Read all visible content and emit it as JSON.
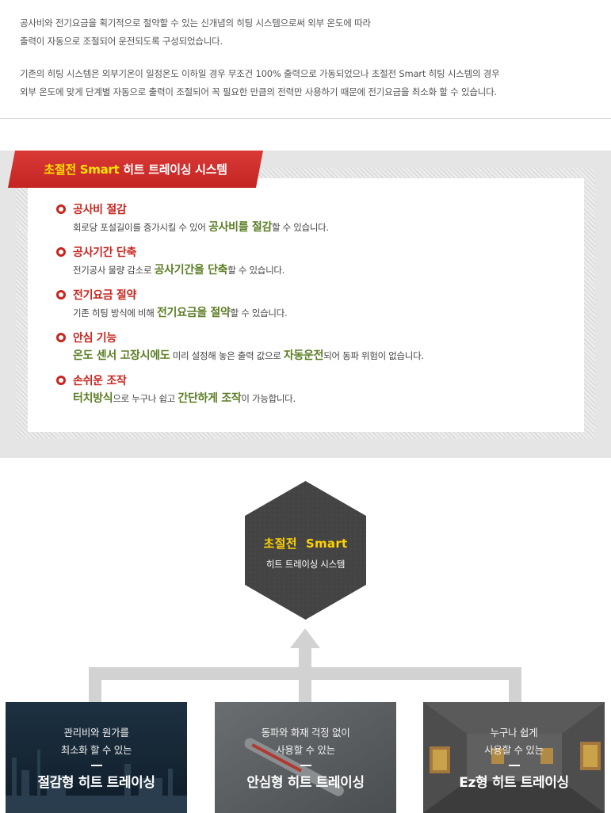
{
  "intro": {
    "p1_line1": "공사비와 전기요금을 획기적으로 절약할 수 있는 신개념의 히팅 시스템으로써 외부 온도에 따라",
    "p1_line2": "출력이 자동으로 조절되어 운전되도록 구성되었습니다.",
    "p2_line1": "기존의 히팅 시스템은 외부기온이 일정온도 이하일 경우 무조건 100% 출력으로 가동되었으나 초절전 Smart 히팅 시스템의 경우",
    "p2_line2": "외부 온도에 맞게 단계별 자동으로 출력이 조절되어 꼭 필요한 만큼의 전력만 사용하기 때문에 전기요금을 최소화 할 수 있습니다."
  },
  "ribbon": {
    "part1": "초절전 Smart",
    "part2": " 히트 트레이싱 시스템"
  },
  "features": [
    {
      "title": "공사비 절감",
      "d1": "회로당 포설길이를 증가시킬 수 있어 ",
      "d2": "공사비를 절감",
      "d3": "할 수 있습니다."
    },
    {
      "title": "공사기간 단축",
      "d1": "전기공사 물량 감소로 ",
      "d2": "공사기간을 단축",
      "d3": "할 수 있습니다."
    },
    {
      "title": "전기요금 절약",
      "d1": "기존 히팅 방식에 비해  ",
      "d2": "전기요금을 절약",
      "d3": "할 수 있습니다."
    },
    {
      "title": "안심 기능",
      "d1": "",
      "d2": "온도 센서 고장시에도",
      "d3": " 미리 설정해 놓은 출력 값으로 ",
      "d4": "자동운전",
      "d5": "되어 동파 위험이 없습니다."
    },
    {
      "title": "손쉬운 조작",
      "d1": "",
      "d2": "터치방식",
      "d3": "으로 누구나 쉽고 ",
      "d4": "간단하게 조작",
      "d5": "이 가능합니다."
    }
  ],
  "hexagon": {
    "title": "초절전  Smart",
    "subtitle": "히트 트레이싱 시스템"
  },
  "types": [
    {
      "line1": "관리비와 원가를",
      "line2": "최소화 할 수 있는",
      "name": "절감형 히트 트레이싱"
    },
    {
      "line1": "동파와 화재 걱정 없이",
      "line2": "사용할 수 있는",
      "name": "안심형 히트 트레이싱"
    },
    {
      "line1": "누구나 쉽게",
      "line2": "사용할 수 있는",
      "name": "Ez형 히트 트레이싱"
    }
  ],
  "colors": {
    "accent_red": "#c8251f",
    "highlight_green": "#5b7d24",
    "ribbon_yellow": "#ffe400",
    "hex_fill": "#444444"
  }
}
